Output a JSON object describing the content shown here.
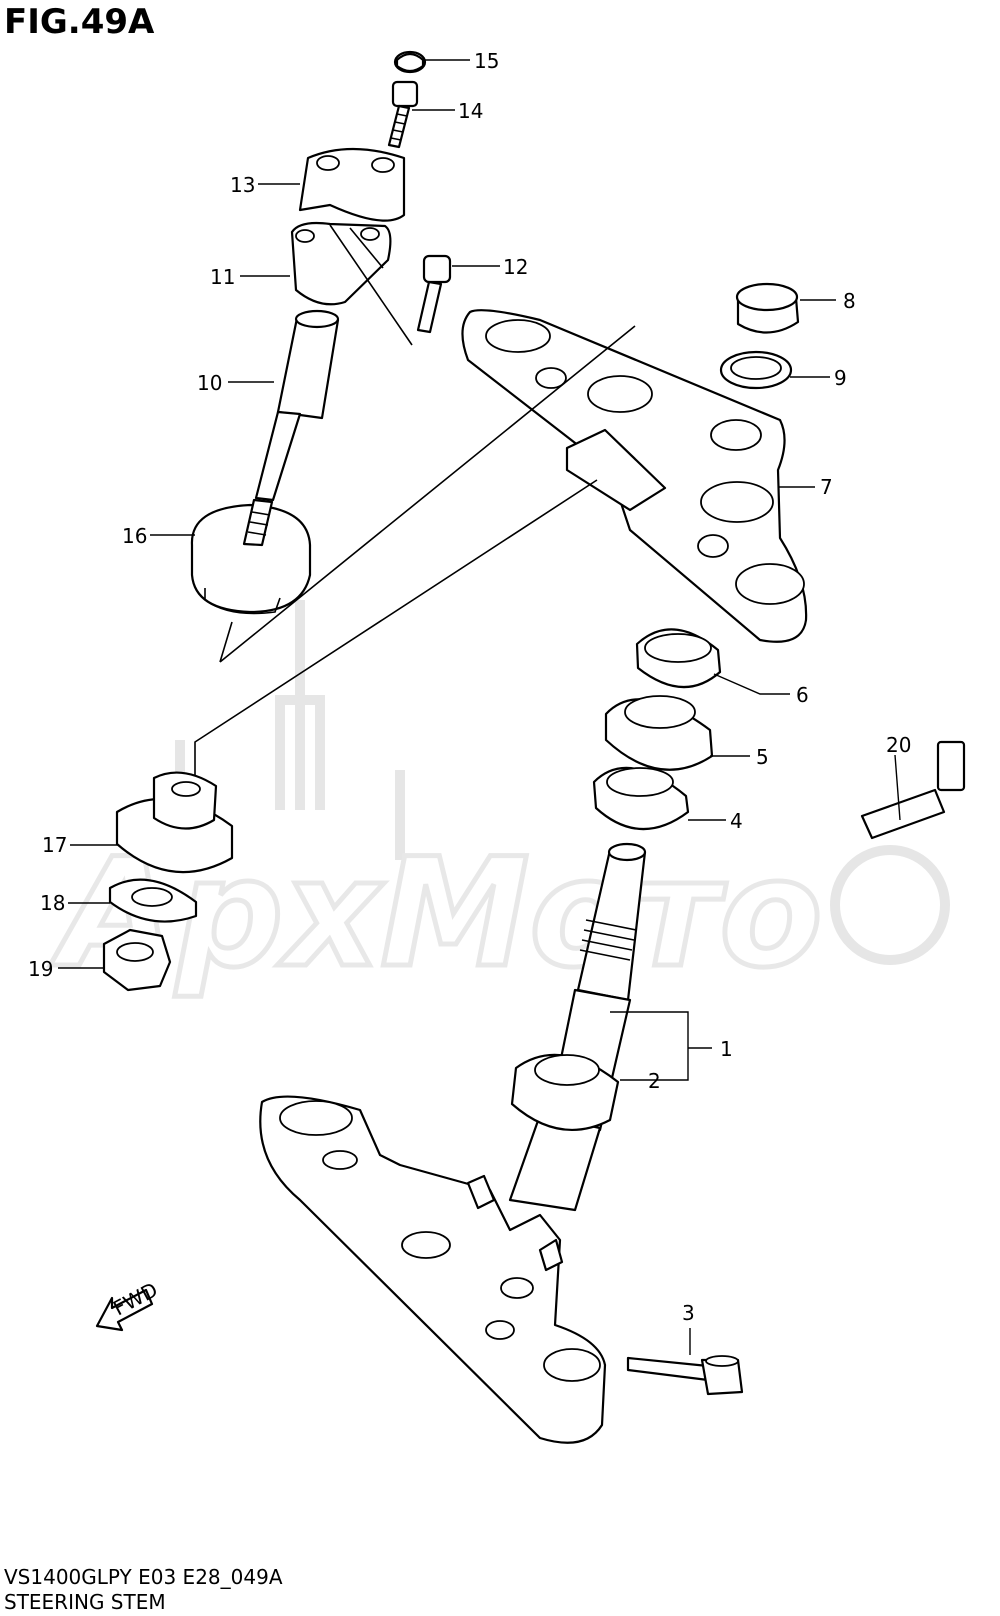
{
  "figure": {
    "title": "FIG.49A",
    "model_code": "VS1400GLPY E03 E28_049A",
    "description": "STEERING STEM",
    "fwd_label": "FWD"
  },
  "callouts": [
    "1",
    "2",
    "3",
    "4",
    "5",
    "6",
    "7",
    "8",
    "9",
    "10",
    "11",
    "12",
    "13",
    "14",
    "15",
    "16",
    "17",
    "18",
    "19",
    "20"
  ]
}
